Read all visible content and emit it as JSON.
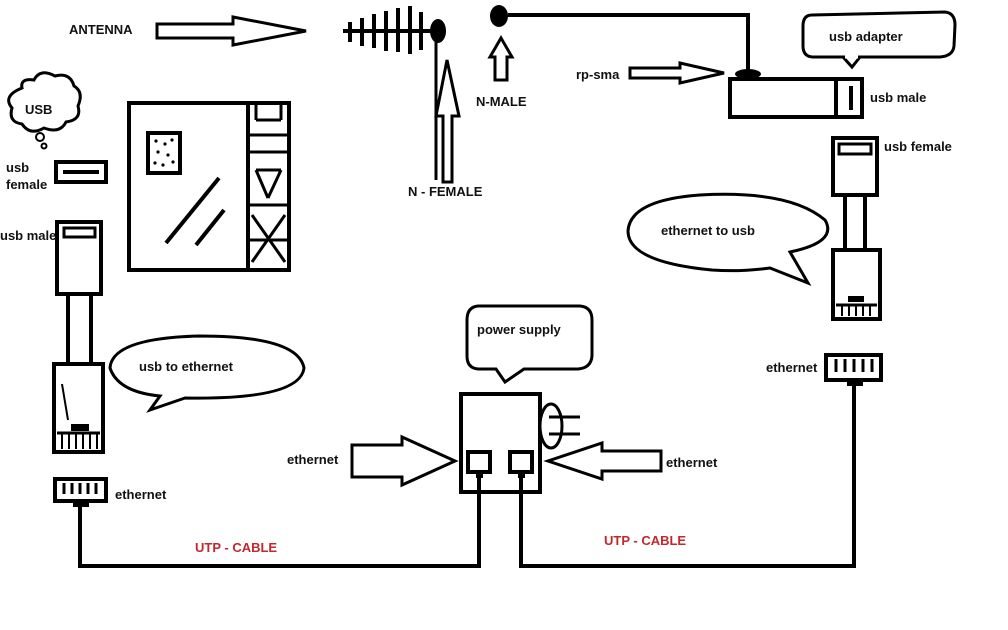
{
  "colors": {
    "ink": "#000000",
    "cable_label": "#c0282d",
    "background": "#ffffff"
  },
  "labels": {
    "antenna": "ANTENNA",
    "n_male": "N-MALE",
    "n_female": "N - FEMALE",
    "rp_sma": "rp-sma",
    "usb_adapter": "usb adapter",
    "usb_male_right": "usb male",
    "usb_female_right": "usb female",
    "ethernet_to_usb": "ethernet to usb",
    "ethernet_right": "ethernet",
    "usb_bubble": "USB",
    "usb_female_left": [
      "usb",
      "female"
    ],
    "usb_male_left": "usb male",
    "usb_to_ethernet": "usb to ethernet",
    "ethernet_left": "ethernet",
    "power_supply": "power supply",
    "ethernet_ps_left": "ethernet",
    "ethernet_ps_right": "ethernet",
    "utp_left": "UTP - CABLE",
    "utp_right": "UTP - CABLE"
  }
}
